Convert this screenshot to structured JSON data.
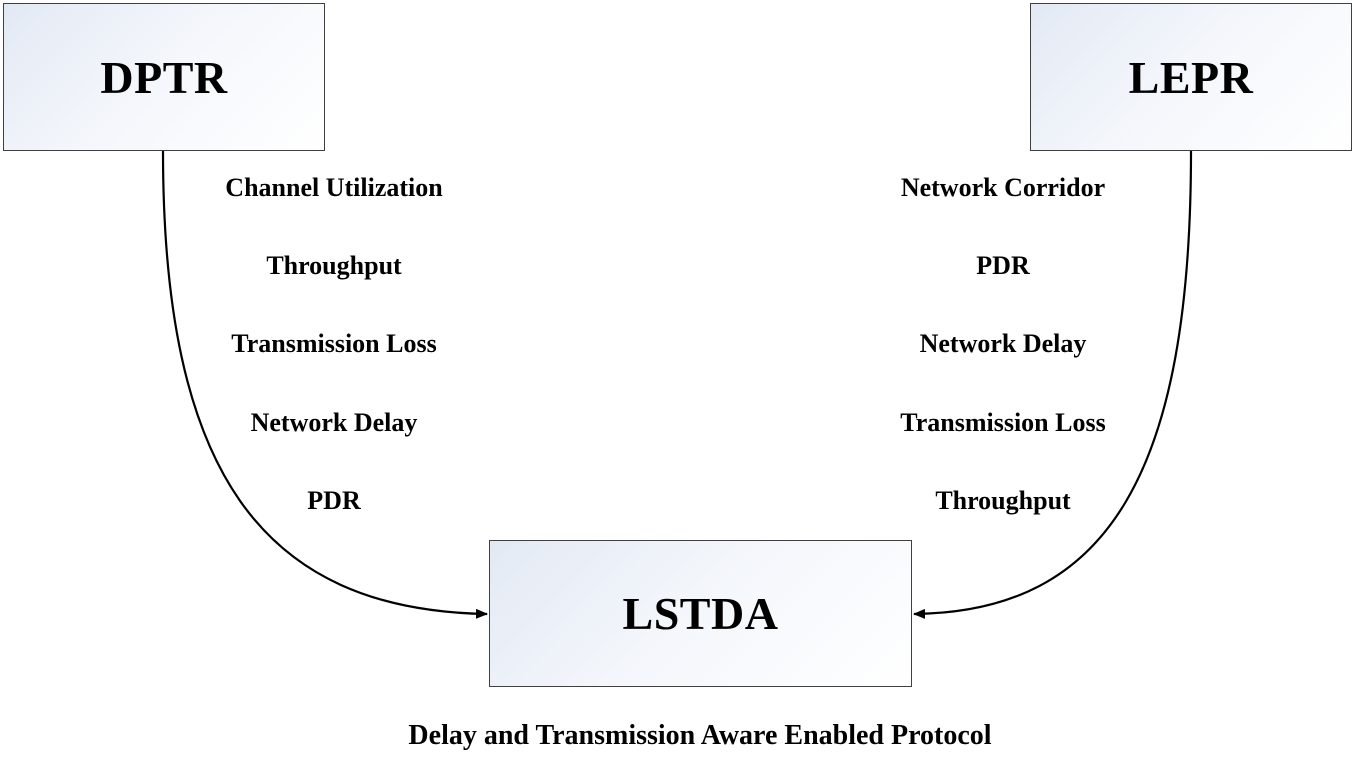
{
  "nodes": {
    "dptr": "DPTR",
    "lepr": "LEPR",
    "lstda": "LSTDA"
  },
  "left_parameters": [
    "Channel Utilization",
    "Throughput",
    "Transmission Loss",
    "Network Delay",
    "PDR"
  ],
  "right_parameters": [
    "Network Corridor",
    "PDR",
    "Network Delay",
    "Transmission Loss",
    "Throughput"
  ],
  "caption": "Delay and Transmission Aware Enabled Protocol",
  "colors": {
    "stroke": "#000000",
    "box_border": "#404040",
    "box_fill_start": "#e3e9f4",
    "box_fill_end": "#ffffff"
  }
}
